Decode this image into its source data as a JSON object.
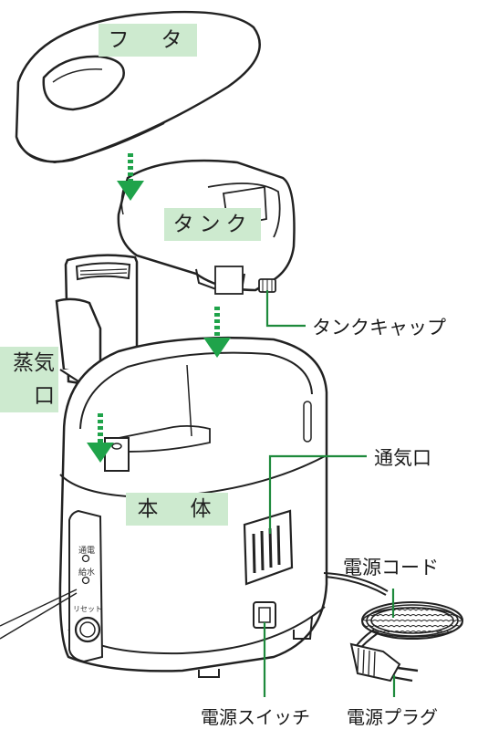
{
  "parts": {
    "lid": "フ　タ",
    "tank": "タンク",
    "body": "本　体",
    "steam_outlet": "蒸気口"
  },
  "callouts": {
    "tank_cap": "タンクキャップ",
    "vent": "通気口",
    "power_cord": "電源コード",
    "power_switch": "電源スイッチ",
    "power_plug": "電源プラグ"
  },
  "panel": {
    "indicator_power": "通電",
    "indicator_water": "給水",
    "reset": "リセット"
  },
  "colors": {
    "label_bg": "#cdeacf",
    "arrow_green": "#1fa34a",
    "leader_green": "#1e8a3c",
    "outline": "#222222"
  }
}
